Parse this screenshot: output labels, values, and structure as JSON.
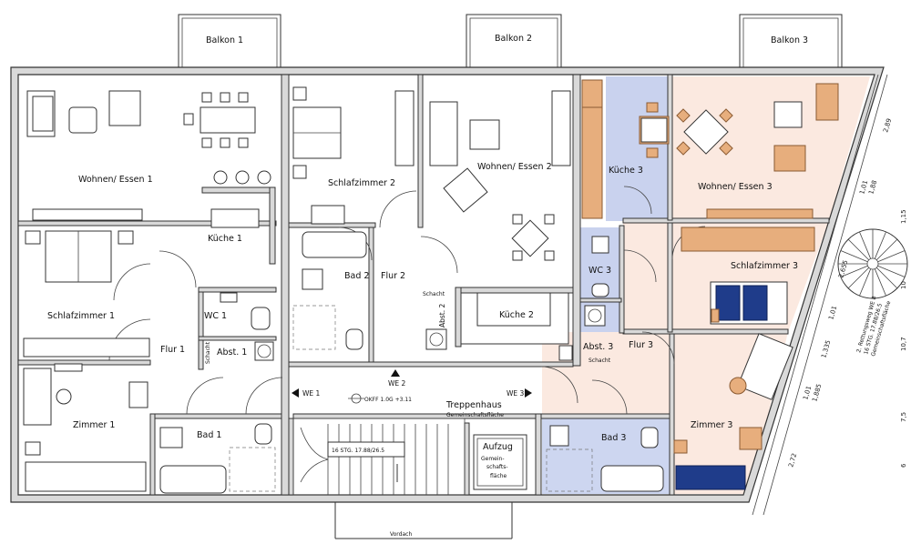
{
  "balconies": [
    "Balkon 1",
    "Balkon 2",
    "Balkon 3"
  ],
  "rooms": {
    "wohnen_essen_1": "Wohnen/ Essen 1",
    "kueche_1": "Küche 1",
    "schlafzimmer_1": "Schlafzimmer 1",
    "wc_1": "WC 1",
    "flur_1": "Flur 1",
    "abst_1": "Abst. 1",
    "schacht_1": "Schacht",
    "zimmer_1": "Zimmer 1",
    "bad_1": "Bad 1",
    "schlafzimmer_2": "Schlafzimmer 2",
    "bad_2": "Bad 2",
    "flur_2": "Flur 2",
    "wohnen_essen_2": "Wohnen/ Essen 2",
    "kueche_2": "Küche 2",
    "schacht_2": "Schacht",
    "abst_2": "Abst. 2",
    "kueche_3": "Küche 3",
    "wohnen_essen_3": "Wohnen/ Essen 3",
    "wc_3": "WC 3",
    "schlafzimmer_3": "Schlafzimmer 3",
    "abst_3": "Abst. 3",
    "flur_3": "Flur 3",
    "schacht_3": "Schacht",
    "zimmer_3": "Zimmer 3",
    "bad_3": "Bad 3",
    "treppenhaus": "Treppenhaus",
    "gemeinschaftsflaeche": "Gemeinschaftsfläche",
    "aufzug": "Aufzug",
    "aufzug_sub_1": "Gemein-",
    "aufzug_sub_2": "schafts-",
    "aufzug_sub_3": "fläche",
    "vordach": "Vordach"
  },
  "entrances": {
    "we1": "WE 1",
    "we2": "WE 2",
    "we3": "WE 3"
  },
  "annotations": {
    "okff": "OKFF 1.0G +3.11",
    "stair_left": "16 STG. 17.88/26.5",
    "stair_right_1": "2. Rettungsweg WE 8",
    "stair_right_2": "16 STG. 17.88/26.5",
    "stair_right_3": "Gemeinschaftsfläche"
  },
  "dimensions": [
    "2,89",
    "1,01",
    "1,88",
    "2,655",
    "1,01",
    "1,335",
    "1,01",
    "1,885",
    "2,72",
    "1,15",
    "10",
    "10,7",
    "7,5",
    "6"
  ],
  "colors": {
    "kitchen_blue": "#c9d2ee",
    "bath_blue": "#cdd6f0",
    "unit3_peach": "#fbe9e0",
    "furniture_orange": "#e7ae7d",
    "bed_blue": "#1f3c8a"
  }
}
